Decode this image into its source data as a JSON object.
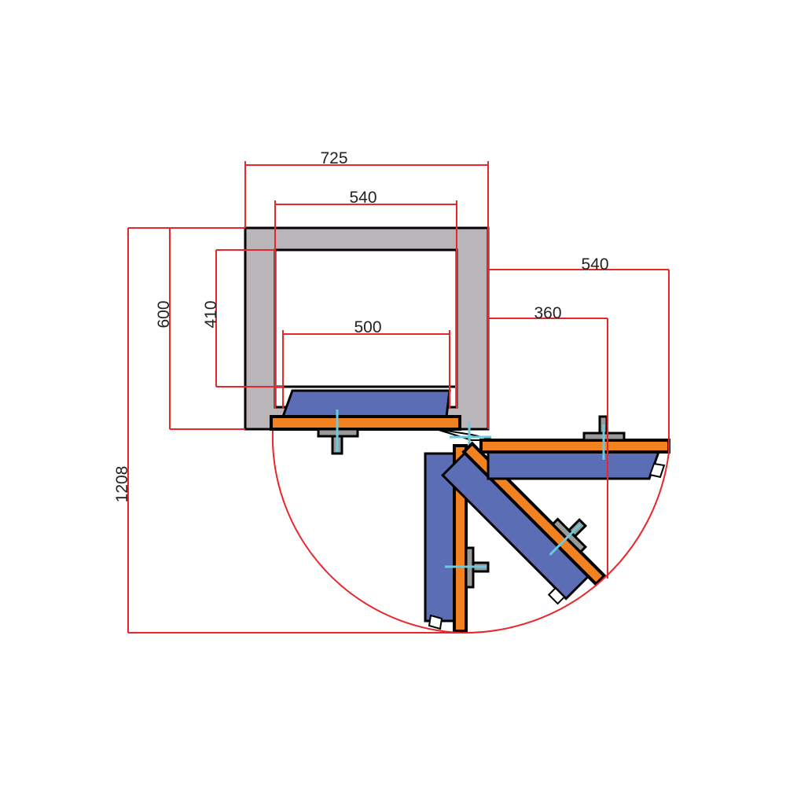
{
  "dimensions": {
    "cabinet_width": "725",
    "inner_width": "540",
    "tray_width": "500",
    "cabinet_depth": "600",
    "inner_depth": "410",
    "total_depth": "1208",
    "door_swing_width": "540",
    "door_handle_offset": "360"
  },
  "colors": {
    "dimension_line": "#e8262b",
    "cabinet": "#b9b5b8",
    "door": "#f28120",
    "tray": "#5b6eb5",
    "axis_marker": "#6cc9de"
  }
}
